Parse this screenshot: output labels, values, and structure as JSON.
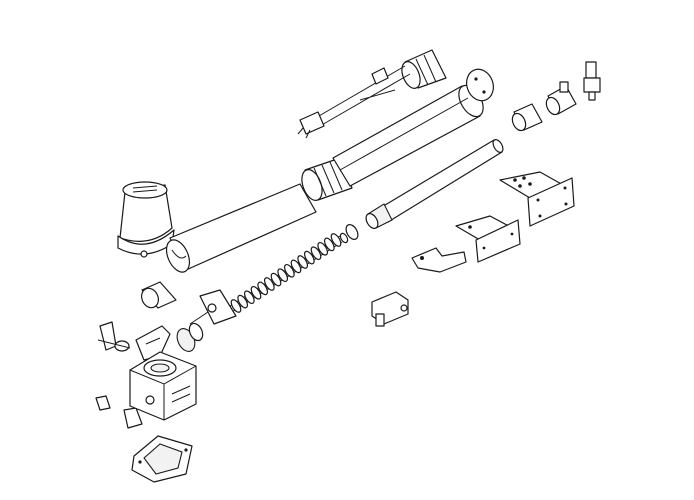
{
  "diagram": {
    "type": "exploded-parts-drawing",
    "colors": {
      "line": "#1a1a1a",
      "background": "#ffffff",
      "shade": "#f2f2f2"
    },
    "parts": [
      "gearmotor-cover",
      "outer-tube",
      "inner-tube",
      "end-cap-ring",
      "top-ring",
      "cable-connector",
      "oval-plate",
      "fitting-a",
      "fitting-b",
      "pin-fitting",
      "push-rod",
      "bracket-large",
      "bracket-medium",
      "bracket-small",
      "worm-screw",
      "bushing",
      "gear",
      "release-lever",
      "limit-switch-block",
      "motor-housing",
      "bottom-cover",
      "small-clip",
      "small-key"
    ]
  }
}
